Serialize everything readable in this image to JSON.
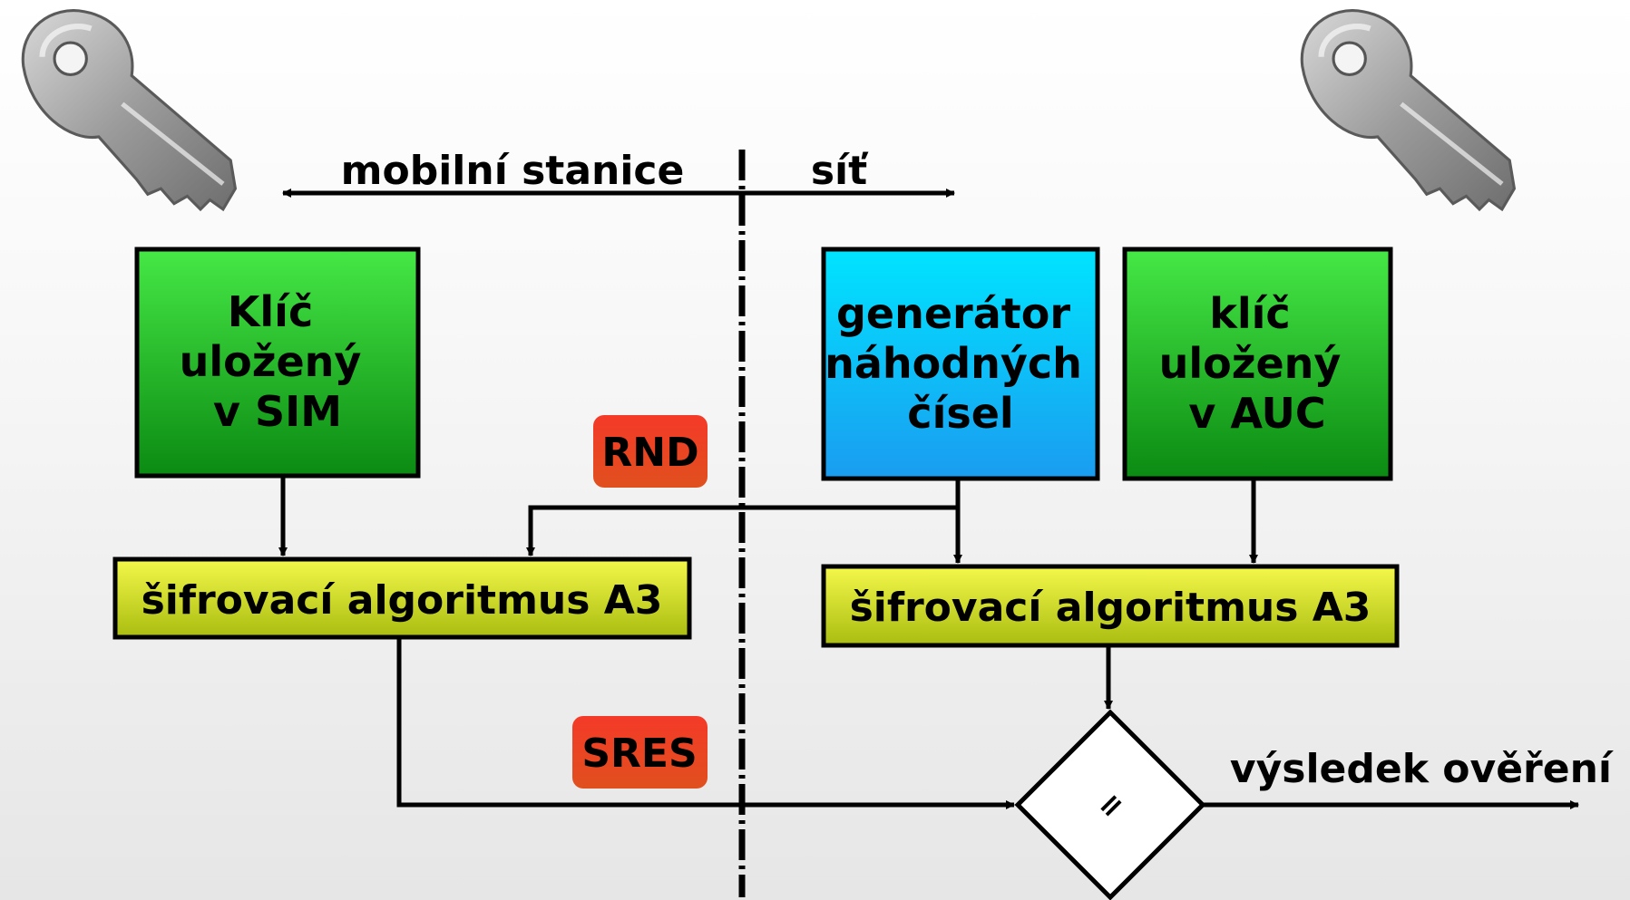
{
  "header": {
    "left_label": "mobilní stanice",
    "right_label": "síť"
  },
  "boxes": {
    "sim_key": [
      "Klíč",
      "uložený",
      "v SIM"
    ],
    "generator": [
      "generátor",
      "náhodných",
      "čísel"
    ],
    "auc_key": [
      "klíč",
      "uložený",
      "v AUC"
    ],
    "algo_left": "šifrovací algoritmus A3",
    "algo_right": "šifrovací algoritmus A3"
  },
  "signals": {
    "rnd": "RND",
    "sres": "SRES"
  },
  "comparator": {
    "symbol": "="
  },
  "result_label": "výsledek ověření",
  "icons": {
    "left": "key-icon",
    "right": "key-icon"
  },
  "colors": {
    "green_box": "#2db92d",
    "blue_box": "#00bfff",
    "algo_box": "#d7e21a",
    "badge": "#ee3b20",
    "line": "#000000"
  }
}
